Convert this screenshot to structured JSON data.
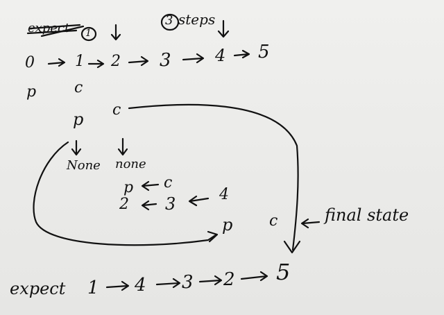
{
  "header": {
    "crossed_word": "expect",
    "step_marker_1": "1",
    "step_marker_3": "3",
    "steps_word": "steps"
  },
  "initial_list": {
    "nodes": [
      "0",
      "1",
      "2",
      "3",
      "4",
      "5"
    ],
    "arrow": "→"
  },
  "pointers_row1": {
    "p": "p",
    "c": "c"
  },
  "pointers_row2": {
    "p": "p",
    "c": "c"
  },
  "none_labels": {
    "left": "None",
    "right": "none"
  },
  "step_middle": {
    "p": "p",
    "c": "c",
    "n2": "2",
    "n3": "3",
    "n4": "4",
    "left_arrow": "←"
  },
  "final_state": {
    "p": "p",
    "c": "c",
    "label": "final state"
  },
  "expected": {
    "label": "expect",
    "nodes": [
      "1",
      "4",
      "3",
      "2",
      "5"
    ],
    "arrow": "→"
  }
}
